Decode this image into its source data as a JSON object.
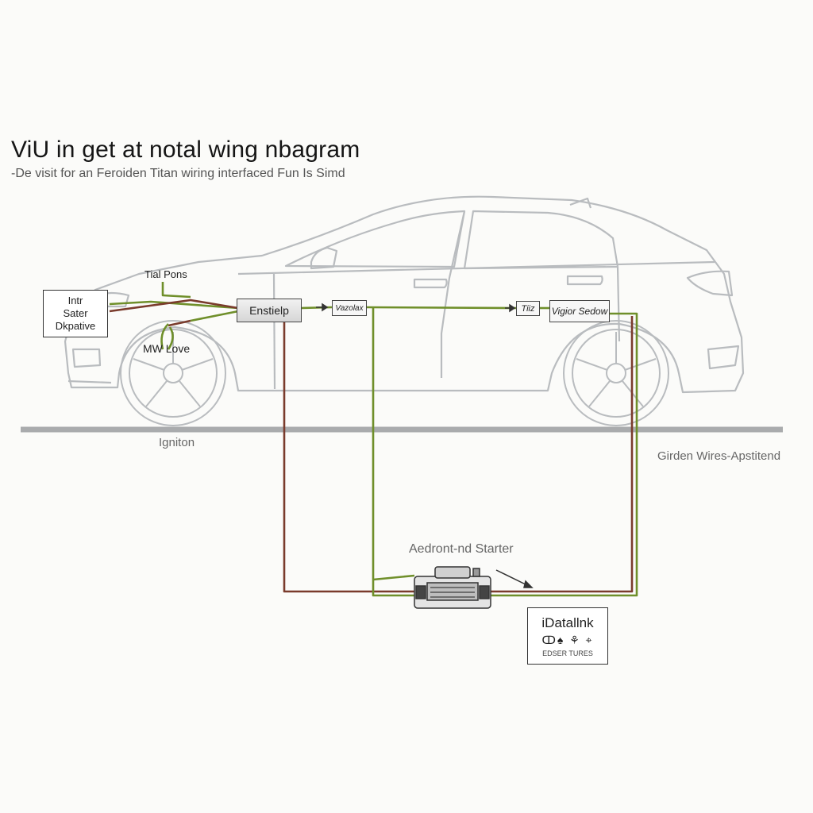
{
  "title": "ViU in get at notal wing nbagram",
  "subtitle": "-De visit for an Feroiden Titan wiring interfaced Fun Is Simd",
  "labels": {
    "tial_pons": "Tial Pons",
    "mw_love": "MW Love",
    "ignition": "Igniton",
    "ground_wires": "Girden Wires-Apstitend",
    "remote_starter": "Aedront-nd Starter"
  },
  "boxes": {
    "left_box": {
      "line1": "Intr",
      "line2": "Sater",
      "line3": "Dkpative"
    },
    "datalink": {
      "title": "iDatallnk",
      "icons": "ↀ♠ ⚘ ⌖",
      "footer": "EDSER TURES"
    }
  },
  "modules": {
    "enstielp": "Enstielp",
    "module2": "Vazolax",
    "module3": "Tiiz",
    "module4": "Vigior Sedow"
  },
  "colors": {
    "green_wire": "#6f8f2a",
    "brown_wire": "#7a3b2c",
    "car_outline": "#b9bcbf",
    "ground": "#a9abad"
  }
}
